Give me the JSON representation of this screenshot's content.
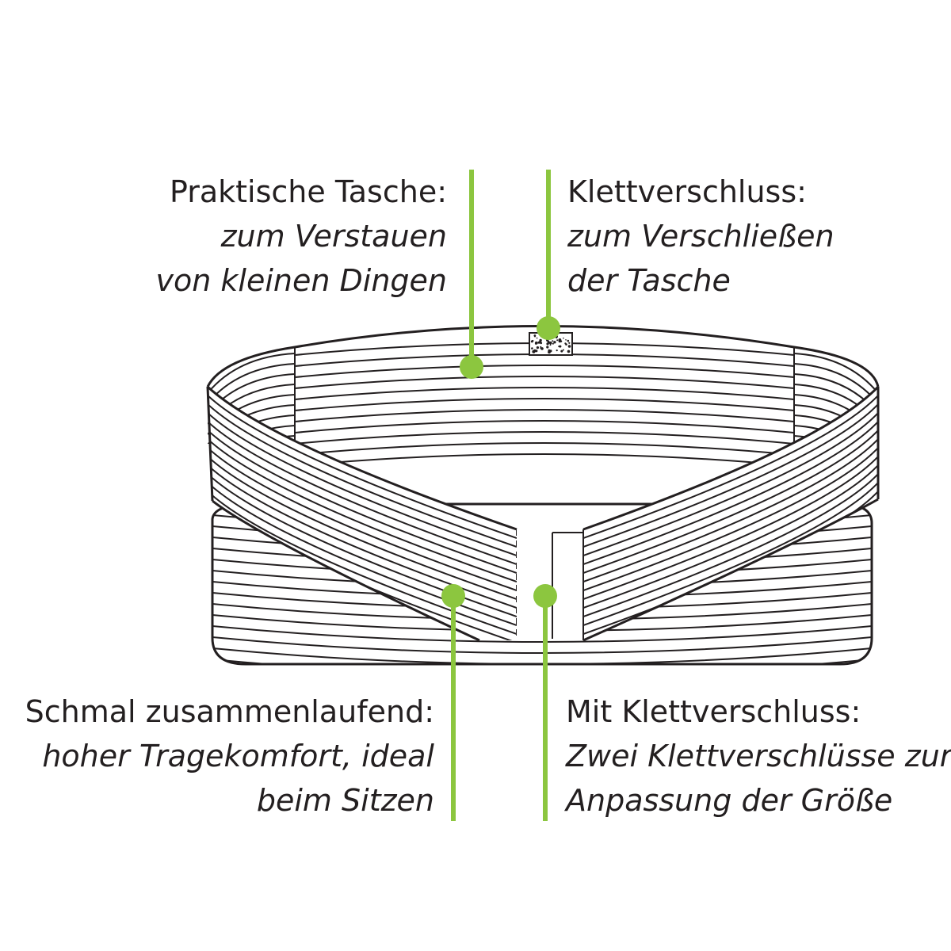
{
  "accent_color": "#8cc63f",
  "callouts": {
    "pocket": {
      "title": "Praktische Tasche:",
      "desc_line1": "zum Verstauen",
      "desc_line2": "von kleinen Dingen"
    },
    "pocket_velcro": {
      "title": "Klettverschluss:",
      "desc_line1": "zum Verschließen",
      "desc_line2": "der Tasche"
    },
    "narrow": {
      "title": "Schmal zusammenlaufend:",
      "desc_line1": "hoher Tragekomfort, ideal",
      "desc_line2": "beim Sitzen"
    },
    "velcro": {
      "title": "Mit Klettverschluss:",
      "desc_line1": "Zwei Klettverschlüsse zur",
      "desc_line2": "Anpassung der Größe"
    }
  }
}
